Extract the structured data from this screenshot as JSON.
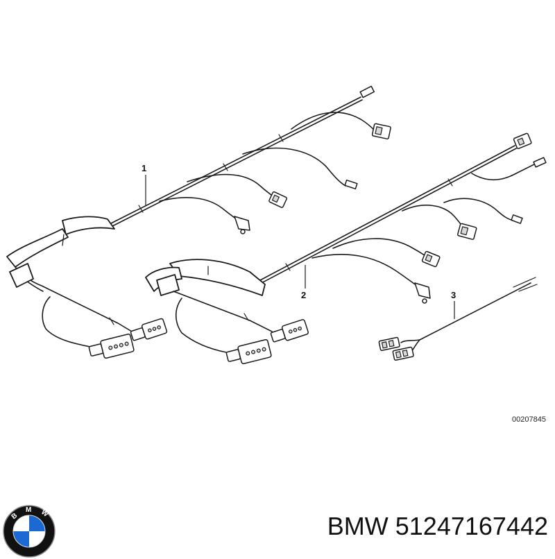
{
  "diagram": {
    "callouts": [
      {
        "id": "1",
        "label": "1"
      },
      {
        "id": "2",
        "label": "2"
      },
      {
        "id": "3",
        "label": "3"
      }
    ],
    "reference_code": "00207845"
  },
  "brand": {
    "logo_name": "bmw-logo",
    "logo_text": "BMW",
    "colors": {
      "blue": "#1c69d4",
      "white": "#ffffff",
      "ring": "#111111"
    }
  },
  "part_number_text": "BMW 51247167442"
}
